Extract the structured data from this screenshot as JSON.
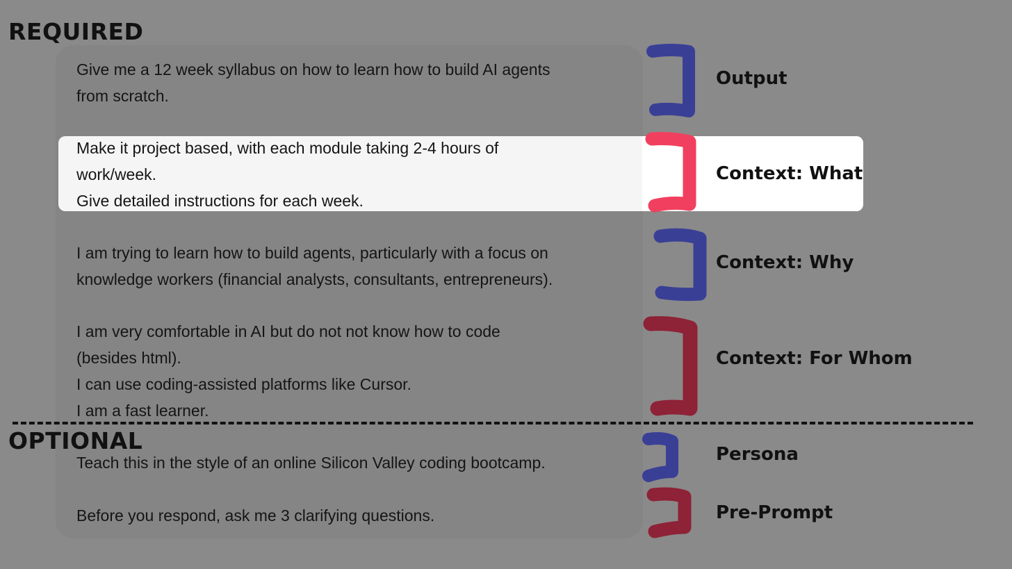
{
  "sections": {
    "required_title": "REQUIRED",
    "optional_title": "OPTIONAL"
  },
  "blocks": [
    {
      "lines": [
        "Give me a 12 week syllabus on how to learn how to build AI agents",
        "from scratch."
      ],
      "label": "Output",
      "bracket_color": "#3a3f96"
    },
    {
      "lines": [
        "Make it project based, with each module taking 2-4 hours of",
        "work/week.",
        "Give detailed instructions for each week."
      ],
      "label": "Context: What",
      "bracket_color": "#f1405f",
      "highlighted": true
    },
    {
      "lines": [
        "I am trying to learn how to build agents, particularly with a focus on",
        "knowledge workers (financial analysts, consultants, entrepreneurs)."
      ],
      "label": "Context: Why",
      "bracket_color": "#3a3f96"
    },
    {
      "lines": [
        "I am very comfortable in AI but do not not know how to code",
        "(besides html).",
        "I can use coding-assisted platforms like Cursor.",
        "I am a fast learner."
      ],
      "label": "Context: For Whom",
      "bracket_color": "#8e2236"
    },
    {
      "lines": [
        "Teach this in the style of an online Silicon Valley coding bootcamp."
      ],
      "label": "Persona",
      "bracket_color": "#3a3f96"
    },
    {
      "lines": [
        "Before you respond, ask me 3 clarifying questions."
      ],
      "label": "Pre-Prompt",
      "bracket_color": "#8e2236"
    }
  ]
}
